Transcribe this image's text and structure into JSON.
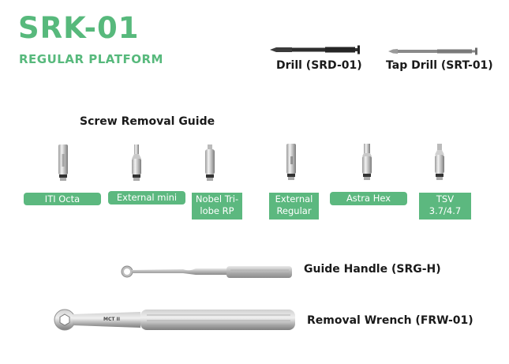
{
  "header": {
    "title": "SRK-01",
    "subtitle": "REGULAR PLATFORM"
  },
  "drills": [
    {
      "label": "Drill (SRD-01)",
      "icon": "drill-icon"
    },
    {
      "label": "Tap Drill (SRT-01)",
      "icon": "tap-drill-icon"
    }
  ],
  "screw_removal_guide": {
    "title": "Screw Removal Guide",
    "items": [
      {
        "label": "ITI Octa"
      },
      {
        "label": "External mini"
      },
      {
        "label": "Nobel Tri-lobe RP",
        "line1": "Nobel Tri-",
        "line2": "lobe RP"
      },
      {
        "label": "External Regular",
        "line1": "External",
        "line2": "Regular"
      },
      {
        "label": "Astra Hex"
      },
      {
        "label": "TSV 3.7/4.7",
        "line1": "TSV",
        "line2": "3.7/4.7"
      }
    ]
  },
  "tools": [
    {
      "label": "Guide Handle (SRG-H)",
      "icon": "guide-handle-icon"
    },
    {
      "label": "Removal Wrench (FRW-01)",
      "icon": "removal-wrench-icon",
      "engraving": "MCT II"
    }
  ],
  "colors": {
    "accent": "#57b97c",
    "tag_bg": "#5cb87f",
    "text": "#1a1a1a"
  }
}
